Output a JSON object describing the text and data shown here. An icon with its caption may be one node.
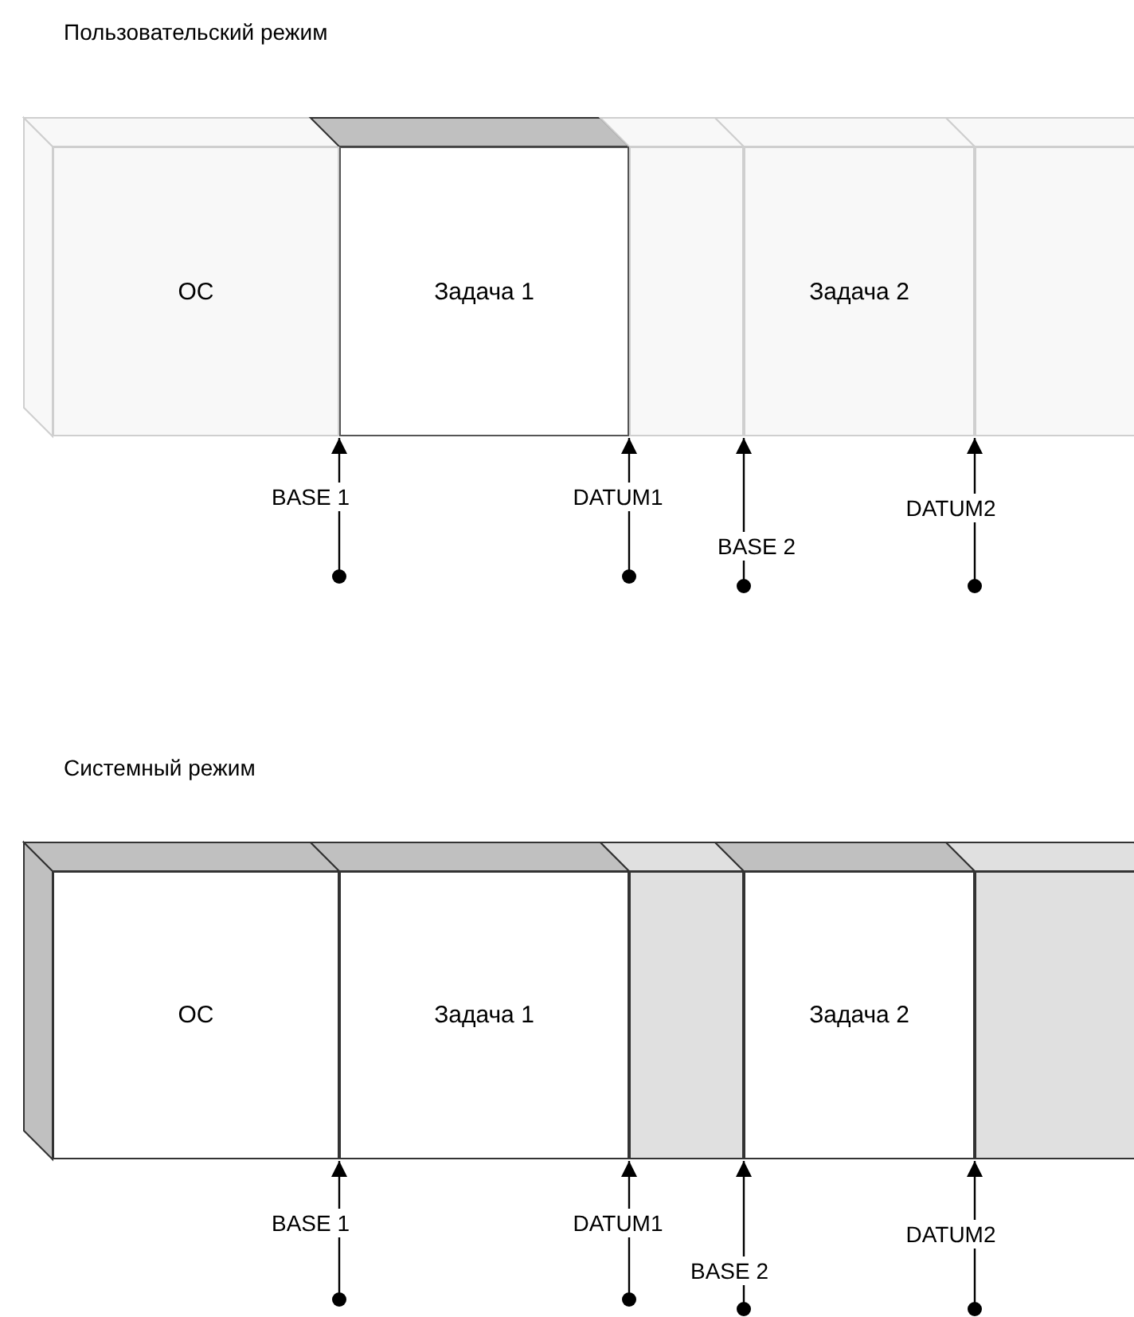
{
  "diagram": {
    "nodes": [
      {
        "text": [
          "ОС"
        ]
      },
      {
        "text": [
          "Задача 1"
        ]
      },
      {
        "text": [],
        "shape": "box"
      },
      {
        "text": [
          "Задача 2"
        ]
      },
      {
        "text": [],
        "shape": "box"
      },
      {
        "text": [
          "ОС"
        ]
      },
      {
        "text": [
          "Задача 1"
        ]
      },
      {
        "text": [],
        "shape": "box"
      },
      {
        "text": [
          "Задача 2"
        ]
      },
      {
        "text": [],
        "shape": "box"
      }
    ],
    "edges": [
      {
        "from": null,
        "to": 1,
        "arrow": "to",
        "label": "BASE 1"
      },
      {
        "from": null,
        "to": 1,
        "arrow": "to",
        "label": "DATUM1"
      },
      {
        "from": null,
        "to": 3,
        "arrow": "to",
        "label": "BASE 2"
      },
      {
        "from": null,
        "to": 3,
        "arrow": "to",
        "label": "DATUM2"
      },
      {
        "from": null,
        "to": 6,
        "arrow": "to",
        "label": "BASE 1"
      },
      {
        "from": null,
        "to": 6,
        "arrow": "to",
        "label": "DATUM1"
      },
      {
        "from": null,
        "to": 8,
        "arrow": "to",
        "label": "BASE 2"
      },
      {
        "from": null,
        "to": 8,
        "arrow": "to",
        "label": "DATUM2"
      }
    ],
    "labels": [
      "Пользовательский режим",
      "Системный режим"
    ]
  }
}
